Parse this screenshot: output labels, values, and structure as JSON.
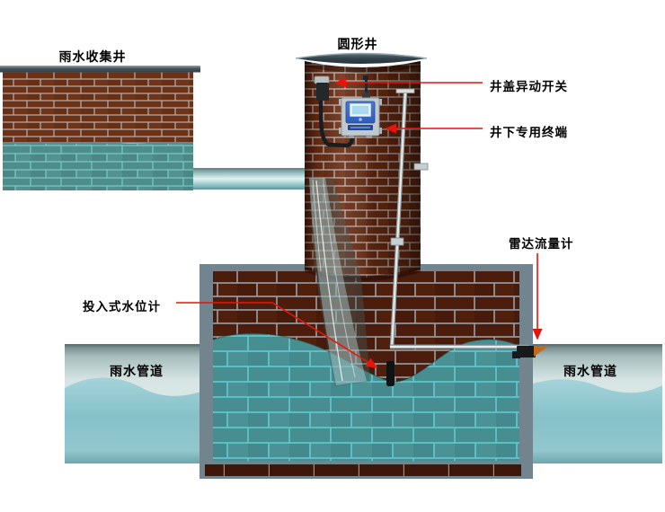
{
  "diagram": {
    "labels": {
      "collection_well": "雨水收集井",
      "circular_well": "圆形井",
      "cover_switch": "井盖异动开关",
      "terminal": "井下专用终端",
      "radar_flowmeter": "雷达流量计",
      "level_gauge": "投入式水位计",
      "pipe_left": "雨水管道",
      "pipe_right": "雨水管道"
    },
    "colors": {
      "annotation_red": "#e81409",
      "brick_structure": "#6e3115",
      "brick_well": "#67290f",
      "brick_chamber": "#4c1d0c",
      "mortar_gray": "#b5b0b0",
      "water_brick": "#478e91",
      "water_brick_mortar": "#5fc4c9",
      "pipe_body_light": "#d6e4e3",
      "pipe_water": "#86c1ca",
      "frame_gray": "#72858e",
      "cap_dark": "#2c3b43",
      "device_panel_blue": "#3d6fd0",
      "radar_orange": "#c2691c"
    }
  }
}
